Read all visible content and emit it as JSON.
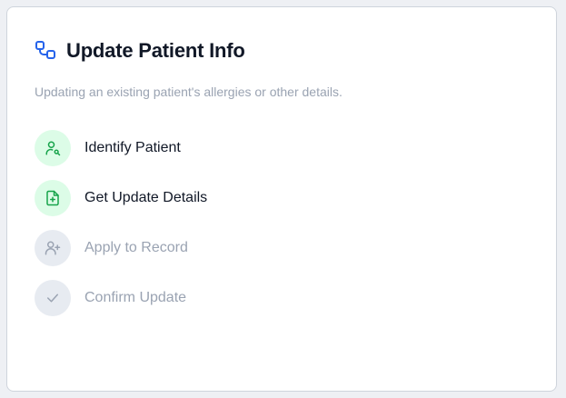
{
  "card": {
    "title": "Update Patient Info",
    "title_icon": "workflow-icon",
    "subtitle": "Updating an existing patient's allergies or other details."
  },
  "steps": [
    {
      "label": "Identify Patient",
      "icon": "user-search-icon",
      "status": "active"
    },
    {
      "label": "Get Update Details",
      "icon": "file-plus-icon",
      "status": "active"
    },
    {
      "label": "Apply to Record",
      "icon": "user-plus-icon",
      "status": "pending"
    },
    {
      "label": "Confirm Update",
      "icon": "check-icon",
      "status": "pending"
    }
  ],
  "colors": {
    "accent": "#2563eb",
    "active_icon": "#16a34a",
    "active_bg": "#dcfce7",
    "pending_icon": "#9aa3b2",
    "pending_bg": "#e7ebf1"
  }
}
